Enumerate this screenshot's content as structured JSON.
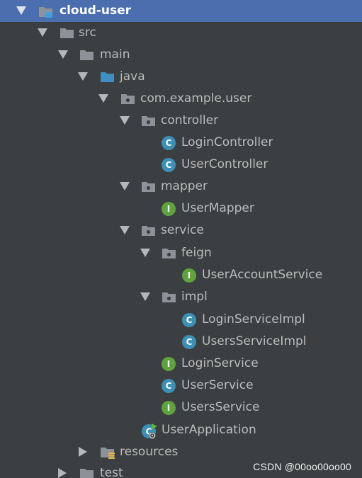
{
  "project_tree": {
    "items": [
      {
        "label": "cloud-user",
        "type": "module",
        "expanded": true,
        "selected": true
      },
      {
        "label": "src",
        "type": "folder",
        "expanded": true
      },
      {
        "label": "main",
        "type": "folder",
        "expanded": true
      },
      {
        "label": "java",
        "type": "source-folder",
        "expanded": true
      },
      {
        "label": "com.example.user",
        "type": "package",
        "expanded": true
      },
      {
        "label": "controller",
        "type": "package",
        "expanded": true
      },
      {
        "label": "LoginController",
        "type": "class"
      },
      {
        "label": "UserController",
        "type": "class"
      },
      {
        "label": "mapper",
        "type": "package",
        "expanded": true
      },
      {
        "label": "UserMapper",
        "type": "interface"
      },
      {
        "label": "service",
        "type": "package",
        "expanded": true
      },
      {
        "label": "feign",
        "type": "package",
        "expanded": true
      },
      {
        "label": "UserAccountService",
        "type": "interface"
      },
      {
        "label": "impl",
        "type": "package",
        "expanded": true
      },
      {
        "label": "LoginServiceImpl",
        "type": "class"
      },
      {
        "label": "UsersServiceImpl",
        "type": "class"
      },
      {
        "label": "LoginService",
        "type": "interface"
      },
      {
        "label": "UserService",
        "type": "class"
      },
      {
        "label": "UsersService",
        "type": "interface"
      },
      {
        "label": "UserApplication",
        "type": "spring-boot-application"
      },
      {
        "label": "resources",
        "type": "resources-folder",
        "expanded": false
      },
      {
        "label": "test",
        "type": "folder",
        "expanded": false
      }
    ],
    "badge_letters": {
      "class": "C",
      "interface": "I"
    }
  },
  "watermark": "CSDN @00oo00oo00",
  "colors": {
    "background": "#3c3f41",
    "selection": "#4b6eaf",
    "text": "#bbbbbb",
    "folder": "#8c9297",
    "java_folder": "#3f8fc1",
    "class_badge": "#3d8fb4",
    "interface_badge": "#5fa33f"
  }
}
